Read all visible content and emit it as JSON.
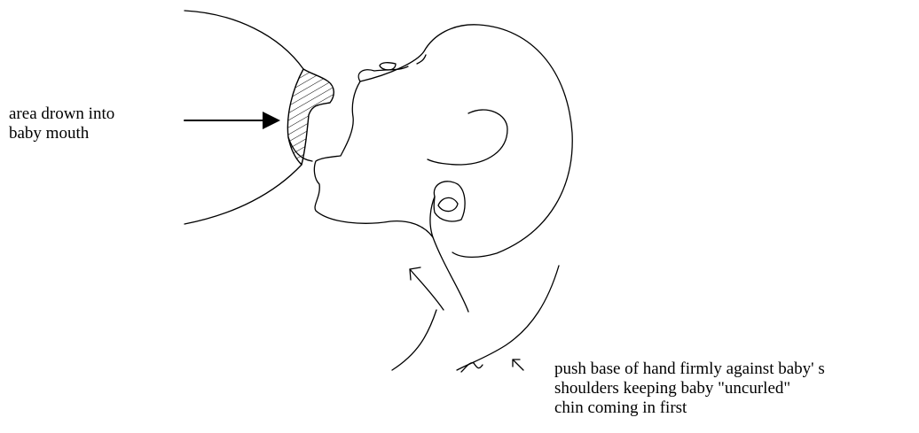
{
  "annotations": {
    "area_label": {
      "line1": "area drown into",
      "line2": "baby mouth"
    },
    "push_label": {
      "line1": "push base of hand firmly against baby' s",
      "line2": "shoulders keeping baby \"uncurled\"",
      "line3": "chin coming in first"
    }
  },
  "colors": {
    "ink": "#000000",
    "background": "#ffffff"
  }
}
